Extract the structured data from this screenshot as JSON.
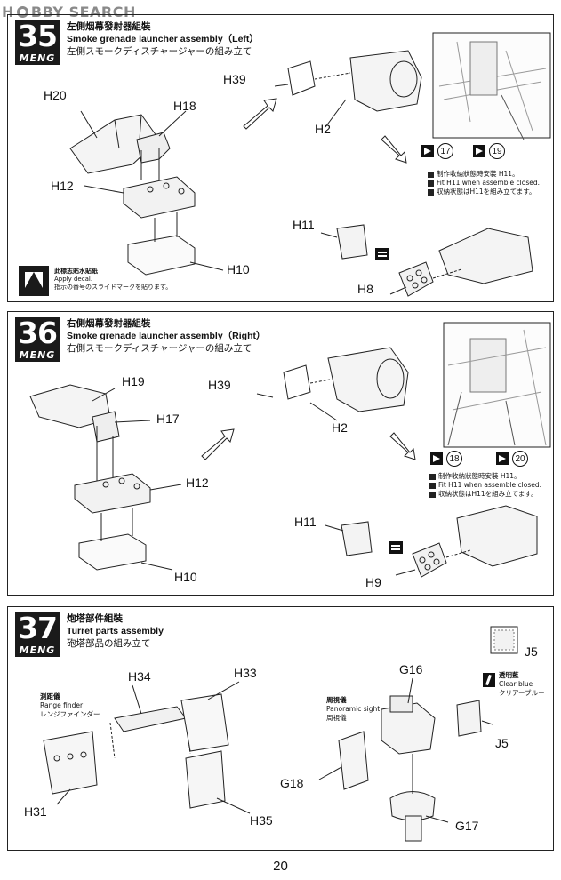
{
  "watermark": {
    "text": "HOBBY SEARCH",
    "part1": "H",
    "part2": "BBY SEARCH"
  },
  "steps": [
    {
      "number": "35",
      "brand": "MENG",
      "title_zh": "左側烟幕發射器組裝",
      "title_en": "Smoke grenade launcher assembly（Left）",
      "title_jp": "左側スモークディスチャージャーの組み立て",
      "labels": {
        "h20": "H20",
        "h18": "H18",
        "h12": "H12",
        "h10": "H10",
        "h39": "H39",
        "h2": "H2",
        "h11": "H11",
        "h8": "H8"
      },
      "refs": [
        "17",
        "19"
      ],
      "note_zh": "制作收納狀態時安裝 H11。",
      "note_en": "Fit H11 when assemble closed.",
      "note_jp": "収納状態はH11を組み立てます。",
      "decal": {
        "zh": "此標志貼水貼紙",
        "en": "Apply decal.",
        "jp": "指示の番号のスライドマークを貼ります。"
      }
    },
    {
      "number": "36",
      "brand": "MENG",
      "title_zh": "右側烟幕發射器組裝",
      "title_en": "Smoke grenade launcher assembly（Right）",
      "title_jp": "右側スモークディスチャージャーの組み立て",
      "labels": {
        "h19": "H19",
        "h17": "H17",
        "h12": "H12",
        "h10": "H10",
        "h39": "H39",
        "h2": "H2",
        "h11": "H11",
        "h9": "H9"
      },
      "refs": [
        "18",
        "20"
      ],
      "note_zh": "制作收納狀態時安裝 H11。",
      "note_en": "Fit H11 when assemble closed.",
      "note_jp": "収納状態はH11を組み立てます。"
    },
    {
      "number": "37",
      "brand": "MENG",
      "title_zh": "炮塔部件組裝",
      "title_en": "Turret parts assembly",
      "title_jp": "砲塔部品の組み立て",
      "labels": {
        "h34": "H34",
        "h33": "H33",
        "h31": "H31",
        "h35": "H35",
        "g16": "G16",
        "g18": "G18",
        "g17": "G17",
        "j5a": "J5",
        "j5b": "J5"
      },
      "range_finder": {
        "zh": "測距儀",
        "en": "Range finder",
        "jp": "レンジファインダー"
      },
      "panoramic": {
        "zh": "周視儀",
        "en": "Panoramic sight",
        "jp": "周視儀"
      },
      "clear_blue": {
        "zh": "透明藍",
        "en": "Clear blue",
        "jp": "クリアーブルー"
      }
    }
  ],
  "page_number": "20"
}
